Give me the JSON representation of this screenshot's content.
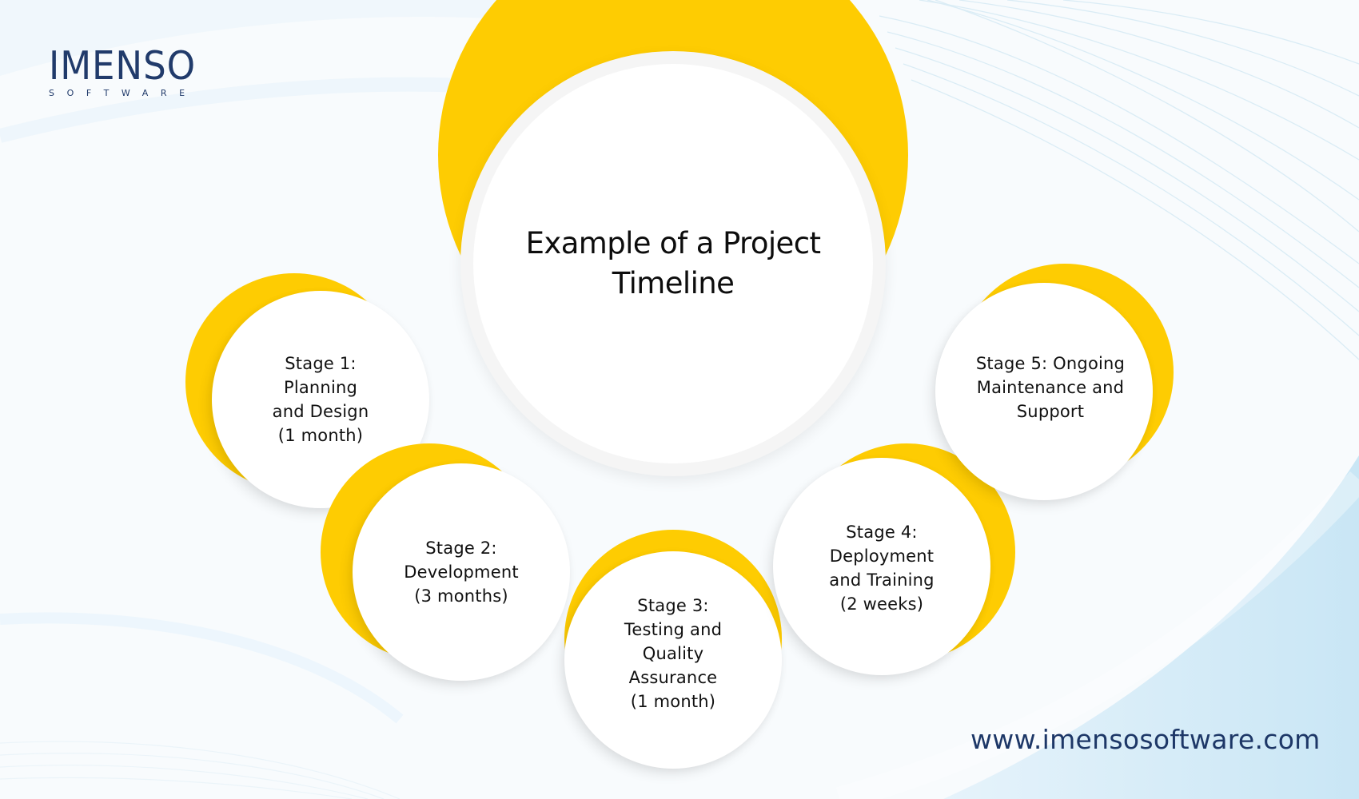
{
  "brand": {
    "name": "IMENSO",
    "tagline": "SOFTWARE",
    "url": "www.imensosoftware.com",
    "colors": {
      "navy": "#213b6b",
      "yellow": "#fecc02",
      "light_blue": "#cde8f6",
      "background": "#f8fbfd"
    }
  },
  "diagram": {
    "title": "Example of a Project Timeline",
    "stages": [
      {
        "id": 1,
        "label": "Stage 1: Planning and Design (1 month)",
        "lines": [
          "Stage 1:",
          "Planning",
          "and Design",
          "(1 month)"
        ]
      },
      {
        "id": 2,
        "label": "Stage 2: Development (3 months)",
        "lines": [
          "Stage 2:",
          "Development",
          "(3 months)"
        ]
      },
      {
        "id": 3,
        "label": "Stage 3: Testing and Quality Assurance (1 month)",
        "lines": [
          "Stage 3:",
          "Testing and",
          "Quality",
          "Assurance",
          "(1 month)"
        ]
      },
      {
        "id": 4,
        "label": "Stage 4: Deployment and Training (2 weeks)",
        "lines": [
          "Stage 4:",
          "Deployment",
          "and Training",
          "(2 weeks)"
        ]
      },
      {
        "id": 5,
        "label": "Stage 5: Ongoing Maintenance and Support",
        "lines": [
          "Stage 5: Ongoing",
          "Maintenance and",
          "Support"
        ]
      }
    ]
  }
}
